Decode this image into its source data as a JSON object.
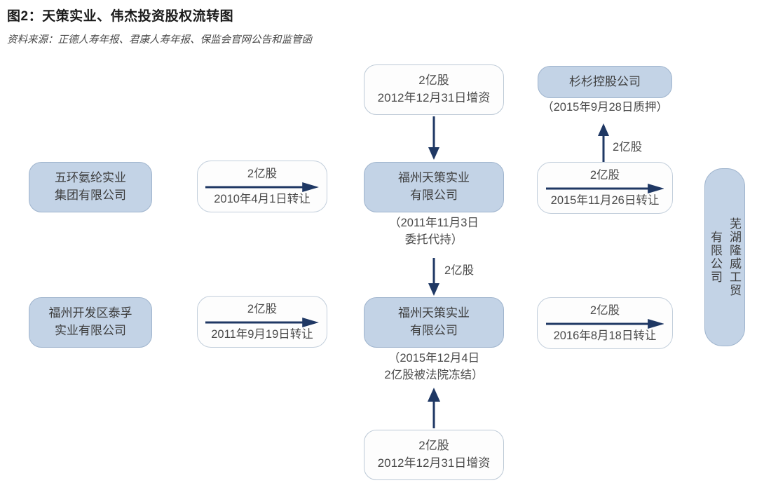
{
  "header": {
    "title": "图2：天策实业、伟杰投资股权流转图",
    "source": "资料来源：正德人寿年报、君康人寿年报、保监会官网公告和监管函"
  },
  "colors": {
    "node_fill": "#c3d3e6",
    "node_border": "#9fb4cd",
    "hollow_fill": "#fdfdfd",
    "hollow_border": "#bcc9d6",
    "arrow": "#1f3864",
    "text": "#4a4a4a"
  },
  "nodes": {
    "top_center_capital": "2亿股\n2012年12月31日增资",
    "shanshan": "杉杉控股公司",
    "shanshan_note": "（2015年9月28日质押）",
    "wuhuan": "五环氨纶实业\n集团有限公司",
    "tiance_upper": "福州天策实业\n有限公司",
    "tiance_upper_note": "（2011年11月3日\n委托代持）",
    "taifu": "福州开发区泰孚\n实业有限公司",
    "tiance_lower": "福州天策实业\n有限公司",
    "tiance_lower_note": "（2015年12月4日\n2亿股被法院冻结）",
    "bottom_center_capital": "2亿股\n2012年12月31日增资",
    "wuhu_col1": "芜湖隆威工贸",
    "wuhu_col2": "有限公司"
  },
  "transfers": {
    "t1": {
      "shares": "2亿股",
      "date": "2010年4月1日转让"
    },
    "t2": {
      "shares": "2亿股",
      "date": "2011年9月19日转让"
    },
    "t3": {
      "shares": "2亿股",
      "date": "2015年11月26日转让"
    },
    "t4": {
      "shares": "2亿股",
      "date": "2016年8月18日转让"
    }
  },
  "connectors": {
    "top_down_label": "",
    "mid_down_label": "2亿股",
    "pledge_up_label": "2亿股",
    "bottom_up_label": ""
  }
}
